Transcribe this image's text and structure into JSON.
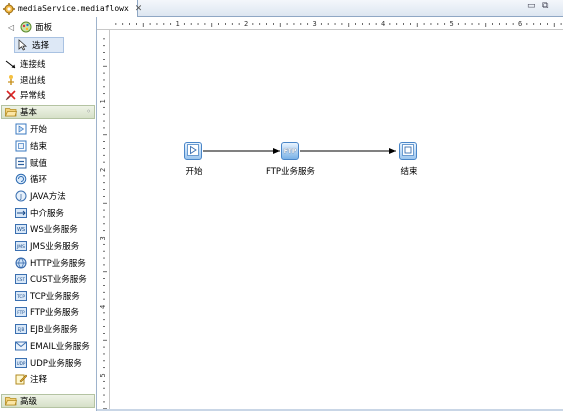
{
  "editor_tab": {
    "title": "mediaService.mediaflowx",
    "close": "✕",
    "icon": "flow-file-icon"
  },
  "window_controls": {
    "minimize": "▭",
    "restore": "⧉"
  },
  "palette": {
    "header_label": "面板",
    "tools": [
      {
        "label": "选择",
        "icon": "pointer-icon"
      },
      {
        "label": "连接线",
        "icon": "connection-icon"
      },
      {
        "label": "退出线",
        "icon": "exit-line-icon"
      },
      {
        "label": "异常线",
        "icon": "exception-line-icon"
      }
    ],
    "basic_drawer": "基本",
    "basic_items": [
      {
        "label": "开始",
        "icon": "start-icon"
      },
      {
        "label": "结束",
        "icon": "end-icon"
      },
      {
        "label": "赋值",
        "icon": "assign-icon"
      },
      {
        "label": "循环",
        "icon": "loop-icon"
      },
      {
        "label": "JAVA方法",
        "icon": "java-method-icon"
      },
      {
        "label": "中介服务",
        "icon": "mediation-icon"
      },
      {
        "label": "WS业务服务",
        "icon": "ws-service-icon"
      },
      {
        "label": "JMS业务服务",
        "icon": "jms-service-icon"
      },
      {
        "label": "HTTP业务服务",
        "icon": "http-service-icon"
      },
      {
        "label": "CUST业务服务",
        "icon": "cust-service-icon"
      },
      {
        "label": "TCP业务服务",
        "icon": "tcp-service-icon"
      },
      {
        "label": "FTP业务服务",
        "icon": "ftp-service-icon"
      },
      {
        "label": "EJB业务服务",
        "icon": "ejb-service-icon"
      },
      {
        "label": "EMAIL业务服务",
        "icon": "email-service-icon"
      },
      {
        "label": "UDP业务服务",
        "icon": "udp-service-icon"
      },
      {
        "label": "注释",
        "icon": "note-icon"
      }
    ],
    "advanced_drawer": "高级"
  },
  "ruler": {
    "h_numbers": [
      "1",
      "2",
      "3",
      "4",
      "5",
      "6"
    ],
    "v_numbers": [
      "1",
      "2",
      "3",
      "4",
      "5"
    ]
  },
  "flow": {
    "nodes": [
      {
        "label": "开始",
        "icon": "start-node-icon"
      },
      {
        "label": "FTP业务服务",
        "icon": "ftp-node-icon",
        "badge": "FTP"
      },
      {
        "label": "结束",
        "icon": "end-node-icon"
      }
    ]
  }
}
